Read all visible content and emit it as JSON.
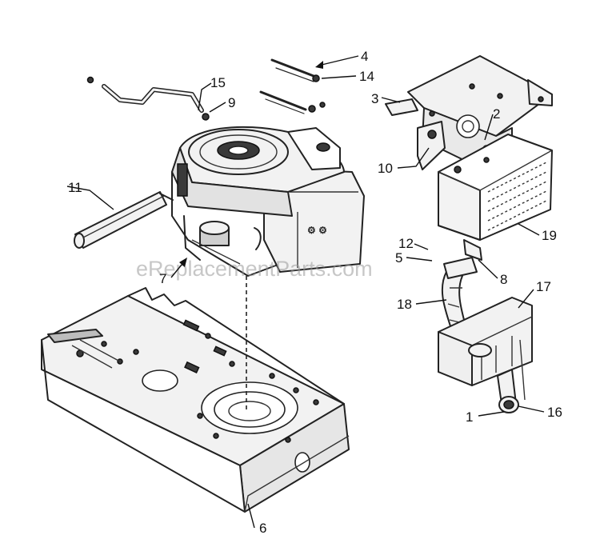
{
  "diagram": {
    "watermark": "eReplacementParts.com",
    "callouts": [
      {
        "id": "c1",
        "label": "1"
      },
      {
        "id": "c2",
        "label": "2"
      },
      {
        "id": "c3",
        "label": "3"
      },
      {
        "id": "c4",
        "label": "4"
      },
      {
        "id": "c5",
        "label": "5"
      },
      {
        "id": "c6",
        "label": "6"
      },
      {
        "id": "c7",
        "label": "7"
      },
      {
        "id": "c8",
        "label": "8"
      },
      {
        "id": "c9",
        "label": "9"
      },
      {
        "id": "c10",
        "label": "10"
      },
      {
        "id": "c11",
        "label": "11"
      },
      {
        "id": "c12",
        "label": "12"
      },
      {
        "id": "c14",
        "label": "14"
      },
      {
        "id": "c15",
        "label": "15"
      },
      {
        "id": "c16",
        "label": "16"
      },
      {
        "id": "c17",
        "label": "17"
      },
      {
        "id": "c18",
        "label": "18"
      },
      {
        "id": "c19",
        "label": "19"
      }
    ]
  }
}
